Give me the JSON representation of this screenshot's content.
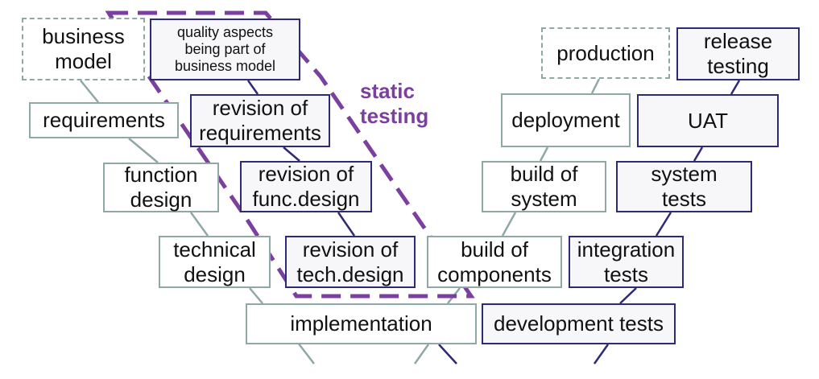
{
  "colors": {
    "development_border": "#8fa8a6",
    "test_border": "#2d2a78",
    "test_fill": "#f7f7f9",
    "static_testing": "#7b3fa0"
  },
  "static_label": "static\ntesting",
  "development": {
    "business_model": "business\nmodel",
    "requirements": "requirements",
    "function_design": "function\ndesign",
    "technical_design": "technical\ndesign",
    "implementation": "implementation",
    "build_components": "build of\ncomponents",
    "build_system": "build of\nsystem",
    "deployment": "deployment",
    "production": "production"
  },
  "testing": {
    "quality_aspects": "quality aspects\nbeing part of\nbusiness model",
    "revision_requirements": "revision of\nrequirements",
    "revision_func_design": "revision of\nfunc.design",
    "revision_tech_design": "revision of\ntech.design",
    "development_tests": "development tests",
    "integration_tests": "integration\ntests",
    "system_tests": "system\ntests",
    "uat": "UAT",
    "release_testing": "release\ntesting"
  }
}
